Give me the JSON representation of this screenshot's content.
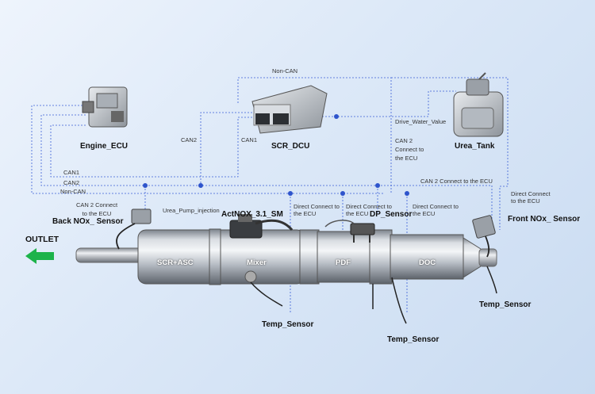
{
  "components": {
    "engine_ecu": "Engine_ECU",
    "scr_dcu": "SCR_DCU",
    "urea_tank": "Urea_Tank",
    "back_nox": "Back NOx_ Sensor",
    "actnox": "ActNOX_3.1_SM",
    "dp_sensor": "DP_Sensor",
    "front_nox": "Front NOx_ Sensor",
    "temp_sensor_1": "Temp_Sensor",
    "temp_sensor_2": "Temp_Sensor",
    "temp_sensor_3": "Temp_Sensor",
    "outlet": "OUTLET"
  },
  "sections": {
    "scr_asc": "SCR+ASC",
    "mixer": "Mixer",
    "pdf": "PDF",
    "doc": "DOC"
  },
  "connections": {
    "non_can_top": "Non-CAN",
    "can2_dcu": "CAN2",
    "can1_dcu": "CAN1",
    "drive_water": "Drive_Water_Value",
    "can2_tank_1": "CAN 2",
    "can2_tank_2": "Connect to",
    "can2_tank_3": "the ECU",
    "bus_can1": "CAN1",
    "bus_can2": "CAN2",
    "bus_noncan": "Non-CAN",
    "can2_front": "CAN 2 Connect  to the ECU",
    "back_nox_conn_1": "CAN 2 Connect",
    "back_nox_conn_2": "to the ECU",
    "urea_pump": "Urea_Pump_injection",
    "direct_1a": "Direct Connect to",
    "direct_1b": "the ECU",
    "direct_2a": "Direct Connect to",
    "direct_2b": "the ECU",
    "direct_3a": "Direct Connect to",
    "direct_3b": "the ECU",
    "direct_4a": "Direct Connect",
    "direct_4b": "to the ECU"
  },
  "colors": {
    "wire": "#3b5fd6",
    "outlet_arrow": "#1db34a",
    "pipe": "#b8bec6"
  }
}
